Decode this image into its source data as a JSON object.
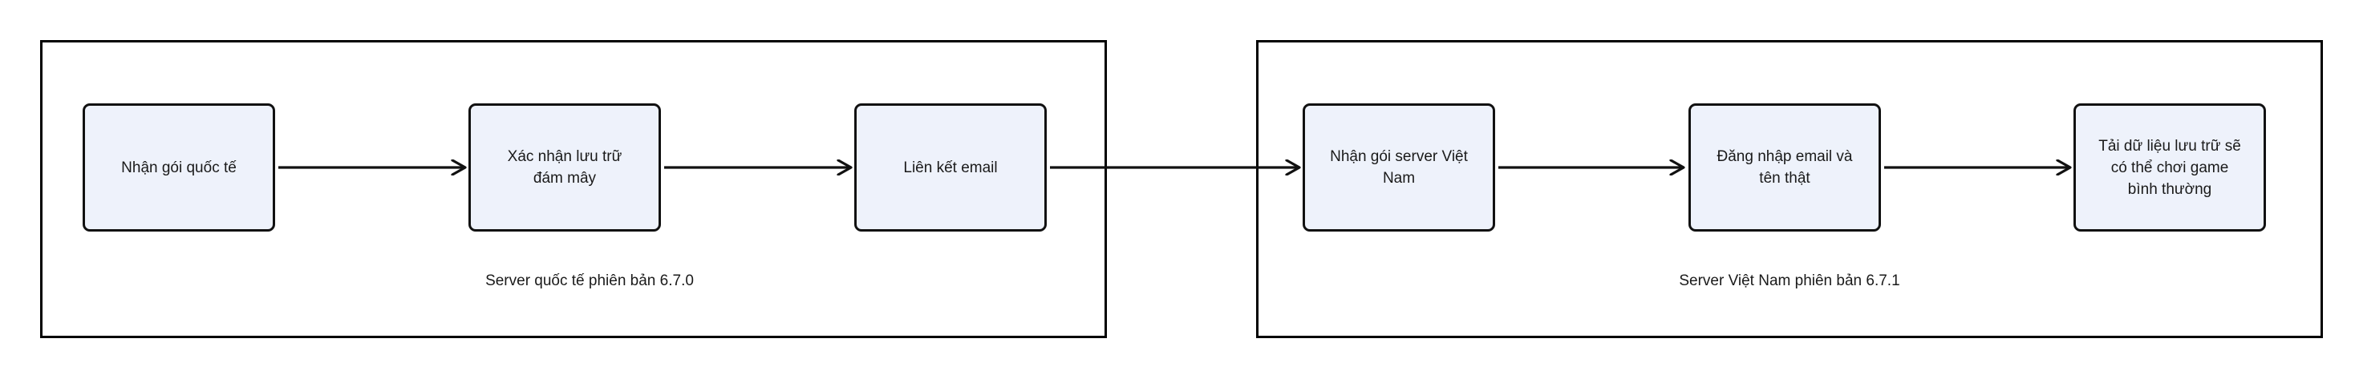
{
  "groups": [
    {
      "label": "Server quốc tế phiên bản 6.7.0"
    },
    {
      "label": "Server Việt Nam phiên bản 6.7.1"
    }
  ],
  "nodes": [
    {
      "label": "Nhận gói quốc tế"
    },
    {
      "label": "Xác nhận lưu trữ đám mây"
    },
    {
      "label": "Liên kết email"
    },
    {
      "label": "Nhận gói server Việt Nam"
    },
    {
      "label": "Đăng nhập email và tên thật"
    },
    {
      "label": "Tải dữ liệu lưu trữ sẽ có thể chơi game bình thường"
    }
  ],
  "colors": {
    "node_fill": "#eef2fb",
    "stroke": "#111111"
  }
}
